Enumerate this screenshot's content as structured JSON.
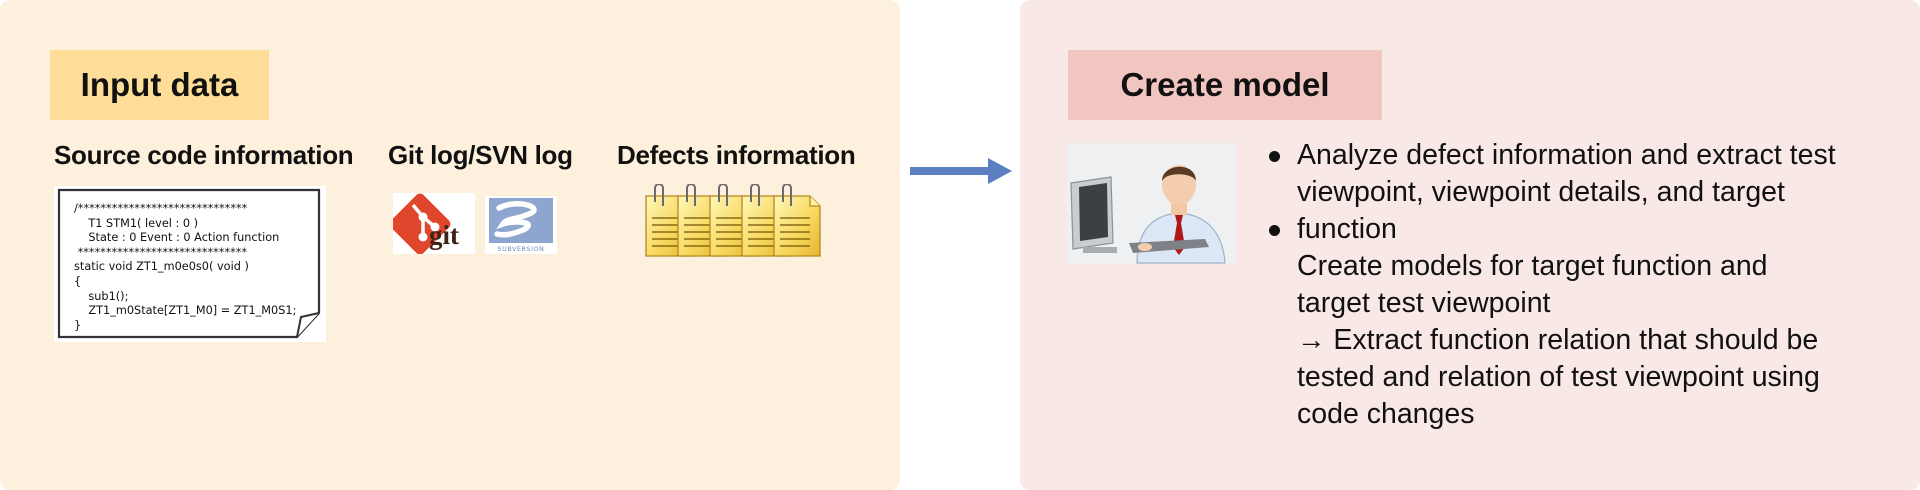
{
  "input_panel": {
    "title": "Input data",
    "columns": [
      {
        "heading": "Source code information"
      },
      {
        "heading": "Git log/SVN log"
      },
      {
        "heading": "Defects information"
      }
    ],
    "code_lines": [
      "/******************************",
      "    T1 STM1( level : 0 )",
      "    State : 0 Event : 0 Action function",
      " ******************************",
      "static void ZT1_m0e0s0( void )",
      "{",
      "    sub1();",
      "    ZT1_m0State[ZT1_M0] = ZT1_M0S1;",
      "}"
    ],
    "git_logo_text": "git",
    "svn_logo_text": "SUBVERSION"
  },
  "model_panel": {
    "title": "Create model",
    "lines": [
      "Analyze defect information and extract test",
      "viewpoint, viewpoint details, and target",
      "function",
      "Create models for target function and",
      "target test viewpoint",
      "→ Extract function relation that should be",
      "tested and relation of test viewpoint using",
      "code changes"
    ]
  },
  "colors": {
    "input_panel_bg": "#fdf1de",
    "input_title_bg": "#fedd98",
    "model_panel_bg": "#f9e9e6",
    "model_title_bg": "#f2c6c0",
    "arrow": "#5b7fc0"
  }
}
